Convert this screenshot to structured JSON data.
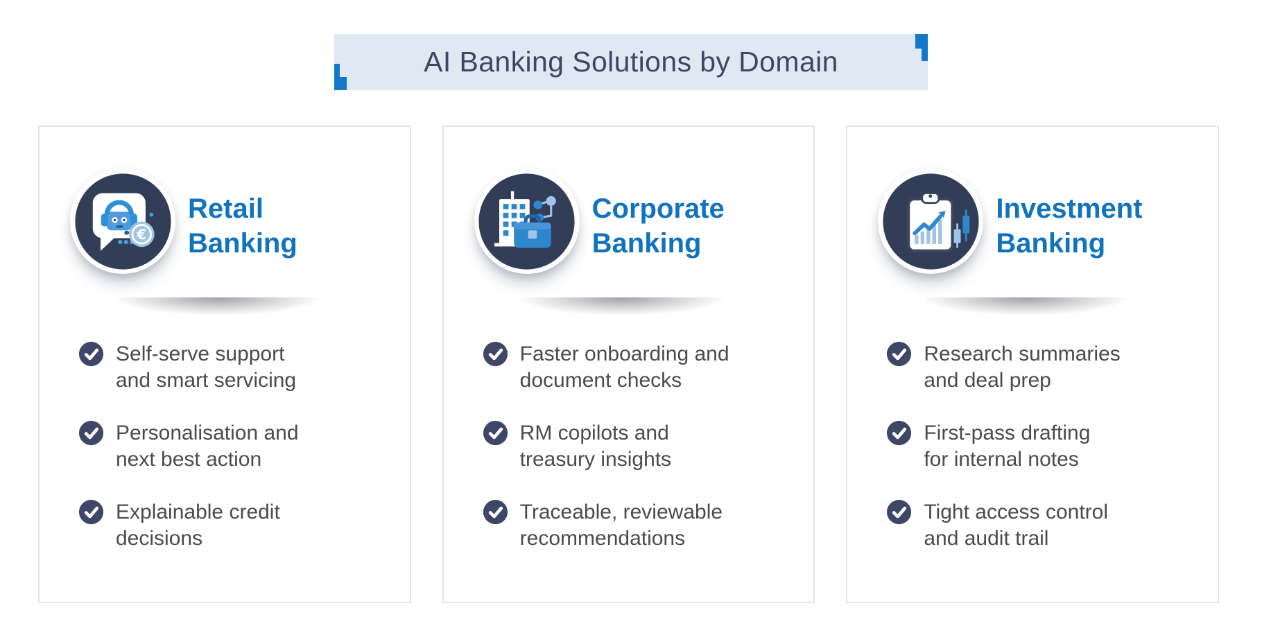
{
  "banner": {
    "title": "AI Banking Solutions by Domain"
  },
  "colors": {
    "accent_blue": "#1478c8",
    "banner_bg": "#dfe9f3",
    "banner_text": "#3d4763",
    "card_title_blue": "#1173bd",
    "icon_circle_navy": "#323d57",
    "check_navy": "#3e4767",
    "bullet_text_gray": "#4b4b4b",
    "card_border": "#e3e5e9"
  },
  "cards": [
    {
      "title": "Retail\nBanking",
      "icon": "chatbot-support-euro-icon",
      "bullets": [
        "Self-serve support\nand smart servicing",
        "Personalisation and\nnext best action",
        "Explainable credit\ndecisions"
      ]
    },
    {
      "title": "Corporate\nBanking",
      "icon": "corporate-building-briefcase-icon",
      "bullets": [
        "Faster onboarding and\ndocument checks",
        "RM copilots and\ntreasury insights",
        "Traceable, reviewable\nrecommendations"
      ]
    },
    {
      "title": "Investment\nBanking",
      "icon": "investment-clipboard-chart-icon",
      "bullets": [
        "Research summaries\nand deal prep",
        "First-pass drafting\nfor internal notes",
        "Tight access control\nand audit trail"
      ]
    }
  ]
}
